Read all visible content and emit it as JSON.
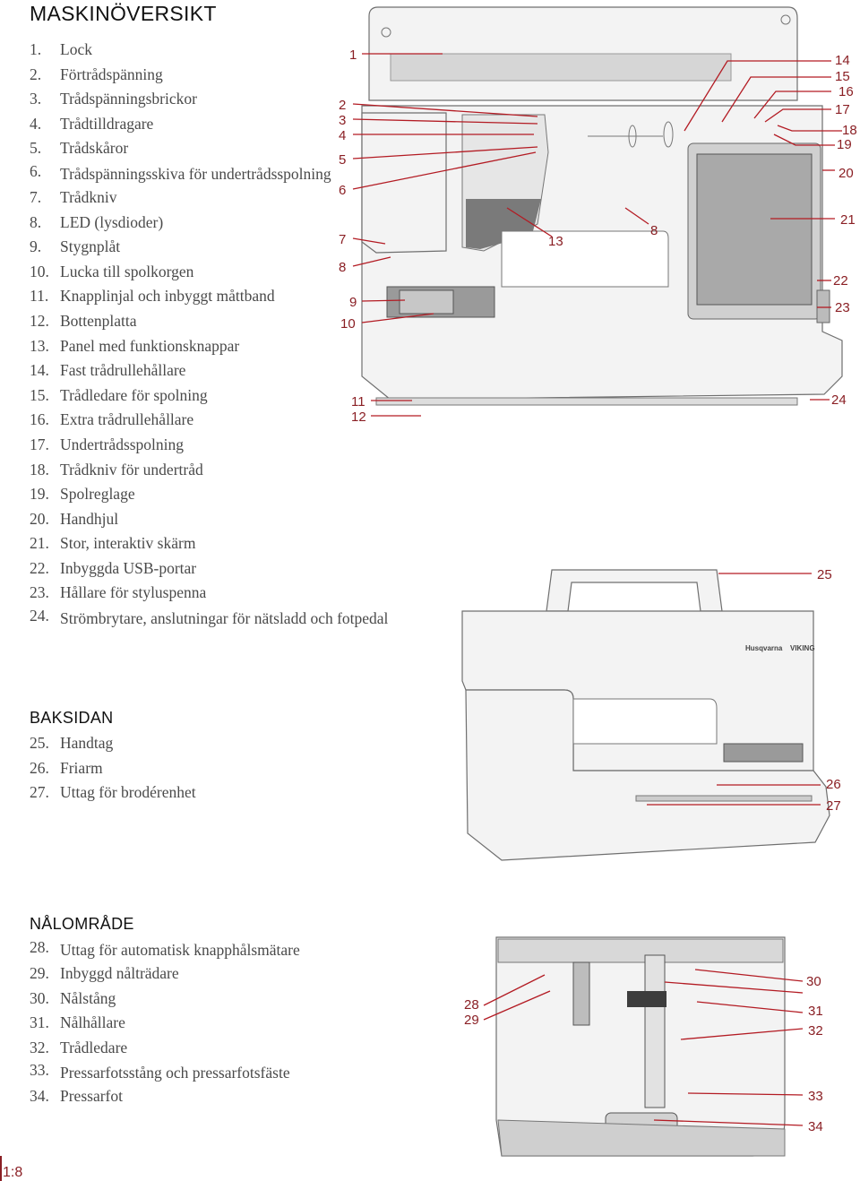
{
  "sections": {
    "overview": {
      "title": "MASKINÖVERSIKT",
      "items": [
        {
          "num": "1.",
          "text": "Lock"
        },
        {
          "num": "2.",
          "text": "Förtrådspänning"
        },
        {
          "num": "3.",
          "text": "Trådspänningsbrickor"
        },
        {
          "num": "4.",
          "text": "Trådtilldragare"
        },
        {
          "num": "5.",
          "text": "Trådskåror"
        },
        {
          "num": "6.",
          "text": "Trådspänningsskiva för undertrådsspolning"
        },
        {
          "num": "7.",
          "text": "Trådkniv"
        },
        {
          "num": "8.",
          "text": "LED (lysdioder)"
        },
        {
          "num": "9.",
          "text": "Stygnplåt"
        },
        {
          "num": "10.",
          "text": "Lucka till spolkorgen"
        },
        {
          "num": "11.",
          "text": "Knapplinjal och inbyggt måttband"
        },
        {
          "num": "12.",
          "text": "Bottenplatta"
        },
        {
          "num": "13.",
          "text": "Panel med funktionsknappar"
        },
        {
          "num": "14.",
          "text": "Fast trådrullehållare"
        },
        {
          "num": "15.",
          "text": "Trådledare för spolning"
        },
        {
          "num": "16.",
          "text": "Extra trådrullehållare"
        },
        {
          "num": "17.",
          "text": "Undertrådsspolning"
        },
        {
          "num": "18.",
          "text": "Trådkniv för undertråd"
        },
        {
          "num": "19.",
          "text": "Spolreglage"
        },
        {
          "num": "20.",
          "text": "Handhjul"
        },
        {
          "num": "21.",
          "text": "Stor, interaktiv skärm"
        },
        {
          "num": "22.",
          "text": "Inbyggda USB-portar"
        },
        {
          "num": "23.",
          "text": "Hållare för styluspenna"
        },
        {
          "num": "24.",
          "text": "Strömbrytare, anslutningar för nätsladd och fotpedal"
        }
      ]
    },
    "back": {
      "title": "BAKSIDAN",
      "items": [
        {
          "num": "25.",
          "text": "Handtag"
        },
        {
          "num": "26.",
          "text": "Friarm"
        },
        {
          "num": "27.",
          "text": "Uttag för brodérenhet"
        }
      ]
    },
    "needle": {
      "title": "NÅLOMRÅDE",
      "items": [
        {
          "num": "28.",
          "text": "Uttag för automatisk knapphålsmätare"
        },
        {
          "num": "29.",
          "text": "Inbyggd nålträdare"
        },
        {
          "num": "30.",
          "text": "Nålstång"
        },
        {
          "num": "31.",
          "text": "Nålhållare"
        },
        {
          "num": "32.",
          "text": "Trådledare"
        },
        {
          "num": "33.",
          "text": "Pressarfotsstång och pressarfotsfäste"
        },
        {
          "num": "34.",
          "text": "Pressarfot"
        }
      ]
    }
  },
  "callouts": {
    "c1": "1",
    "c2": "2",
    "c3": "3",
    "c4": "4",
    "c5": "5",
    "c6": "6",
    "c7": "7",
    "c8a": "8",
    "c8b": "8",
    "c9": "9",
    "c10": "10",
    "c11": "11",
    "c12": "12",
    "c13": "13",
    "c14": "14",
    "c15": "15",
    "c16": "16",
    "c17": "17",
    "c18": "18",
    "c19": "19",
    "c20": "20",
    "c21": "21",
    "c22": "22",
    "c23": "23",
    "c24": "24",
    "c25": "25",
    "c26": "26",
    "c27": "27",
    "c28": "28",
    "c29": "29",
    "c30": "30",
    "c31": "31",
    "c32": "32",
    "c33": "33",
    "c34": "34"
  },
  "brand": {
    "left": "Husqvarna",
    "right": "VIKING"
  },
  "page_number": "1:8",
  "colors": {
    "accent": "#b31b23",
    "text": "#4a4a4a",
    "heading": "#111111"
  }
}
